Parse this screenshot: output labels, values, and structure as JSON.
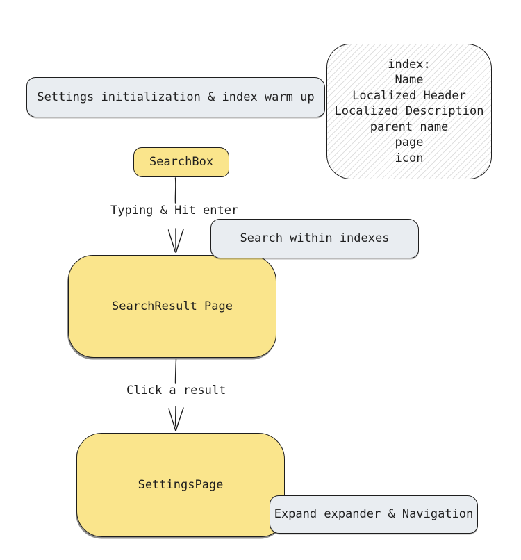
{
  "diagram": {
    "nodes": [
      {
        "id": "settings-init-warmup",
        "label": "Settings initialization & index warm up",
        "shape": "rounded-rect",
        "fill": "gray"
      },
      {
        "id": "index-fields-note",
        "shape": "rounded-rect",
        "fill": "white-hatched",
        "lines": [
          "index:",
          "Name",
          "Localized Header",
          "Localized Description",
          "parent name",
          "page",
          "icon"
        ]
      },
      {
        "id": "searchbox",
        "label": "SearchBox",
        "shape": "rounded-rect",
        "fill": "yellow"
      },
      {
        "id": "search-within-indexes",
        "label": "Search within indexes",
        "shape": "rounded-rect",
        "fill": "gray"
      },
      {
        "id": "searchresult-page",
        "label": "SearchResult Page",
        "shape": "rounded-rect",
        "fill": "yellow"
      },
      {
        "id": "settingspage",
        "label": "SettingsPage",
        "shape": "rounded-rect",
        "fill": "yellow"
      },
      {
        "id": "expand-expander-navigation",
        "label": "Expand expander & Navigation",
        "shape": "rounded-rect",
        "fill": "gray"
      }
    ],
    "edges": [
      {
        "from": "SearchBox",
        "to": "SearchResult Page",
        "label": "Typing & Hit enter",
        "direction": "down"
      },
      {
        "from": "SearchResult Page",
        "to": "SettingsPage",
        "label": "Click a result",
        "direction": "down"
      }
    ],
    "colors": {
      "yellow": "#fae58c",
      "gray": "#e9edf1",
      "stroke": "#1e1e1e",
      "text": "#1e1e1e",
      "hatch": "#dfdfdf",
      "background": "#ffffff"
    }
  }
}
